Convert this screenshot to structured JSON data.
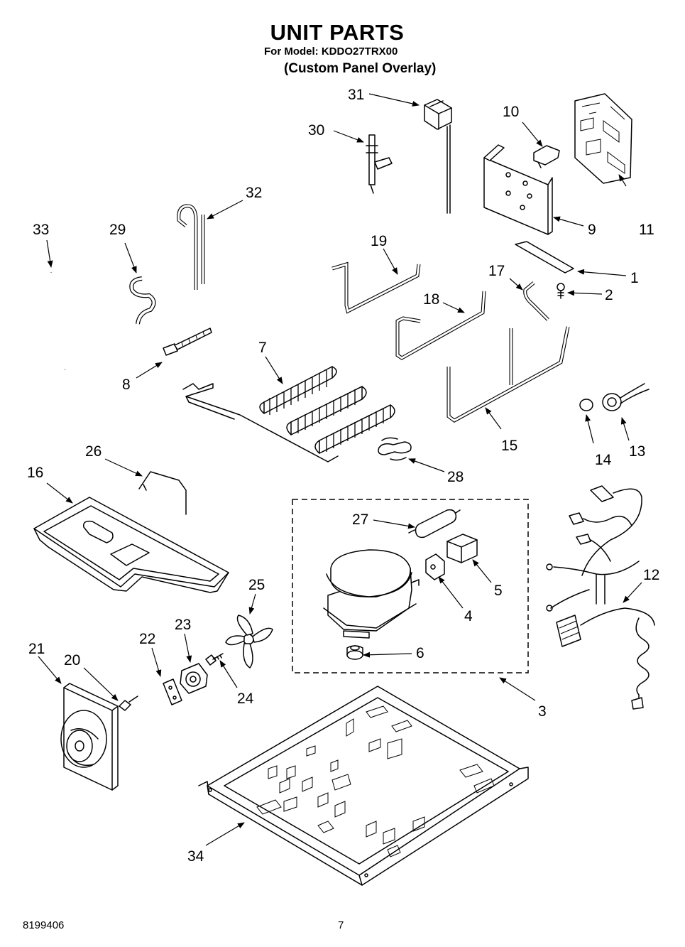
{
  "header": {
    "title": "UNIT PARTS",
    "model_line": "For Model: KDDO27TRX00",
    "overlay_line": "(Custom Panel Overlay)"
  },
  "footer": {
    "doc_number": "8199406",
    "page_number": "7"
  },
  "callouts": [
    "1",
    "2",
    "3",
    "4",
    "5",
    "6",
    "7",
    "8",
    "9",
    "10",
    "11",
    "12",
    "13",
    "14",
    "15",
    "16",
    "17",
    "18",
    "19",
    "20",
    "21",
    "22",
    "23",
    "24",
    "25",
    "26",
    "27",
    "28",
    "29",
    "30",
    "31",
    "32",
    "33",
    "34"
  ]
}
